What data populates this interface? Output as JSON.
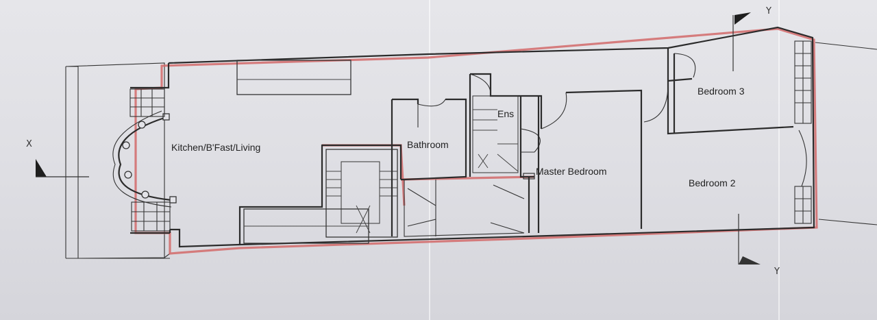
{
  "plan": {
    "rooms": [
      {
        "id": "kitchen",
        "label": "Kitchen/B'Fast/Living"
      },
      {
        "id": "bathroom",
        "label": "Bathroom"
      },
      {
        "id": "ensuite",
        "label": "Ens"
      },
      {
        "id": "master",
        "label": "Master Bedroom"
      },
      {
        "id": "bed3",
        "label": "Bedroom 3"
      },
      {
        "id": "bed2",
        "label": "Bedroom 2"
      }
    ],
    "markers": {
      "x_left": "X",
      "y_top": "Y",
      "y_bottom": "Y"
    }
  },
  "colors": {
    "wall": "#2b2b2b",
    "boundary": "#d26a6a",
    "paper": "#e3e3e8"
  }
}
